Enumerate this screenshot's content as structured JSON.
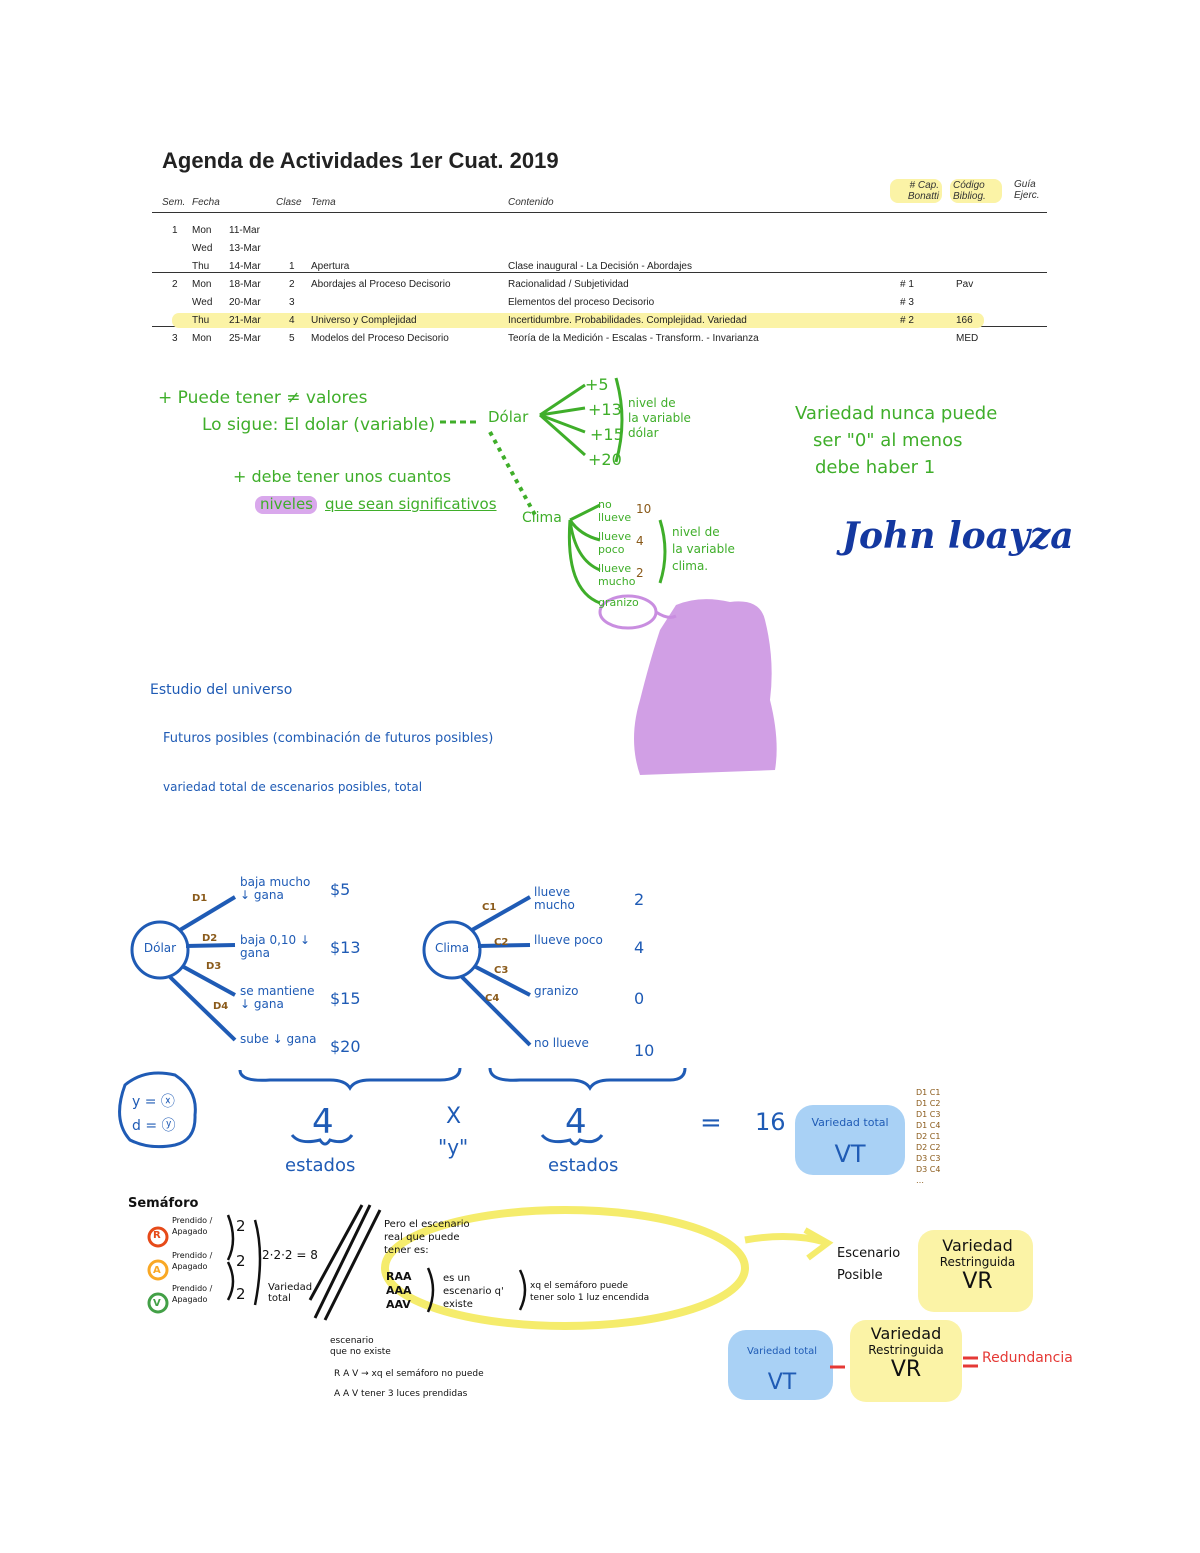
{
  "title": "Agenda de Actividades 1er Cuat. 2019",
  "headers": {
    "sem": "Sem.",
    "fecha": "Fecha",
    "clase": "Clase",
    "tema": "Tema",
    "contenido": "Contenido",
    "cap_l1": "# Cap.",
    "cap_l2": "Bonatti",
    "cod_l1": "Código",
    "cod_l2": "Bibliog.",
    "guia_l1": "Guía",
    "guia_l2": "Ejerc."
  },
  "rows": [
    {
      "sem": "1",
      "day": "Mon",
      "date": "11-Mar",
      "clase": "",
      "tema": "",
      "contenido": "",
      "cap": "",
      "cod": "",
      "highlight": false
    },
    {
      "sem": "",
      "day": "Wed",
      "date": "13-Mar",
      "clase": "",
      "tema": "",
      "contenido": "",
      "cap": "",
      "cod": "",
      "highlight": false
    },
    {
      "sem": "",
      "day": "Thu",
      "date": "14-Mar",
      "clase": "1",
      "tema": "Apertura",
      "contenido": "Clase inaugural - La Decisión - Abordajes",
      "cap": "",
      "cod": "",
      "highlight": false
    },
    {
      "sem": "2",
      "day": "Mon",
      "date": "18-Mar",
      "clase": "2",
      "tema": "Abordajes al Proceso Decisorio",
      "contenido": "Racionalidad / Subjetividad",
      "cap": "# 1",
      "cod": "Pav",
      "highlight": false
    },
    {
      "sem": "",
      "day": "Wed",
      "date": "20-Mar",
      "clase": "3",
      "tema": "",
      "contenido": "Elementos del proceso Decisorio",
      "cap": "# 3",
      "cod": "",
      "highlight": false
    },
    {
      "sem": "",
      "day": "Thu",
      "date": "21-Mar",
      "clase": "4",
      "tema": "Universo y Complejidad",
      "contenido": "Incertidumbre. Probabilidades. Complejidad. Variedad",
      "cap": "# 2",
      "cod": "166",
      "highlight": true
    },
    {
      "sem": "3",
      "day": "Mon",
      "date": "25-Mar",
      "clase": "5",
      "tema": "Modelos del Proceso Decisorio",
      "contenido": "Teoría de la Medición - Escalas - Transform. - Invarianza",
      "cap": "",
      "cod": "MED",
      "highlight": false
    }
  ],
  "notes": {
    "green_l1": "+ Puede tener ≠ valores",
    "green_l2": "Lo sigue: El dolar (variable)",
    "dolar": "Dólar",
    "dolar_vals": [
      "+5",
      "+13",
      "+15",
      "+20"
    ],
    "dolar_note": [
      "nivel de",
      "la variable",
      "dólar"
    ],
    "green_l3": "+ debe tener unos cuantos",
    "green_l4a": "niveles",
    "green_l4b": "que sean significativos",
    "clima": "Clima",
    "clima_items": [
      "no llueve",
      "llueve poco",
      "llueve mucho",
      "granizo"
    ],
    "clima_vals": [
      "10",
      "4",
      "2",
      ""
    ],
    "clima_note": [
      "nivel de",
      "la variable",
      "clima."
    ],
    "variedad_l1": "Variedad nunca puede",
    "variedad_l2": "ser \"0\" al menos",
    "variedad_l3": "debe haber 1",
    "signature": "John loayza",
    "estudio": "Estudio del universo",
    "futuros": "Futuros posibles (combinación de futuros posibles)",
    "variedad_total_line": "variedad total de escenarios posibles, total"
  },
  "trees": {
    "dolar_label": "Dólar",
    "dolar_branches": [
      "D1",
      "D2",
      "D3",
      "D4"
    ],
    "dolar_items": [
      "baja mucho ↓ gana",
      "baja 0,10 ↓ gana",
      "se mantiene ↓ gana",
      "sube ↓ gana"
    ],
    "dolar_values": [
      "$5",
      "$13",
      "$15",
      "$20"
    ],
    "clima_label": "Clima",
    "clima_branches": [
      "C1",
      "C2",
      "C3",
      "C4"
    ],
    "clima_items": [
      "llueve mucho",
      "llueve poco",
      "granizo",
      "no llueve"
    ],
    "clima_values": [
      "2",
      "4",
      "0",
      "10"
    ],
    "four_a": "4",
    "estados_a": "estados",
    "times": "X",
    "y_label": "\"y\"",
    "four_b": "4",
    "estados_b": "estados",
    "equals": "=",
    "sixteen": "16",
    "vt_title": "Variedad total",
    "vt": "VT",
    "combos": [
      "D1 C1",
      "D1 C2",
      "D1 C3",
      "D1 C4",
      "D2 C1",
      "D2 C2",
      "D3 C3",
      "D3 C4",
      "…"
    ],
    "yd": [
      "y = ⓧ",
      "d = ⓨ"
    ]
  },
  "semaforo": {
    "title": "Semáforo",
    "lights": [
      {
        "letter": "R",
        "color": "#e64a19",
        "label": "Prendido / Apagado",
        "count": "2"
      },
      {
        "letter": "A",
        "color": "#f9a825",
        "label": "Prendido / Apagado",
        "count": "2"
      },
      {
        "letter": "V",
        "color": "#43a047",
        "label": "Prendido / Apagado",
        "count": "2"
      }
    ],
    "calc": "2·2·2 = 8",
    "calc_label": "Variedad total",
    "circle_text": [
      "Pero el escenario",
      "real que puede",
      "tener es:"
    ],
    "circle_combos": [
      "RAA",
      "AAA",
      "AAV"
    ],
    "circle_mid": [
      "es un",
      "escenario q'",
      "existe"
    ],
    "circle_right": [
      "xq el semáforo puede",
      "tener solo 1 luz encendida"
    ],
    "bottom_title": [
      "escenario",
      "que no existe"
    ],
    "bottom_rows": [
      "R A V → xq el semáforo no puede",
      "A A V  tener 3 luces prendidas"
    ]
  },
  "summary": {
    "escenario": "Escenario",
    "posible": "Posible",
    "vr_title": "Variedad",
    "vr_sub": "Restringuida",
    "vr": "VR",
    "vt_title": "Variedad total",
    "vt": "VT",
    "minus": "–",
    "equals": "=",
    "redundancia": "Redundancia"
  },
  "colors": {
    "green": "#3fae2a",
    "blue": "#1f5bb5",
    "darkblue": "#1438a0",
    "purple": "#c98ee0",
    "yellow": "#fbf3a6",
    "lightblue": "#a9d1f5",
    "red": "#e53935",
    "brown": "#8a5a1a"
  }
}
